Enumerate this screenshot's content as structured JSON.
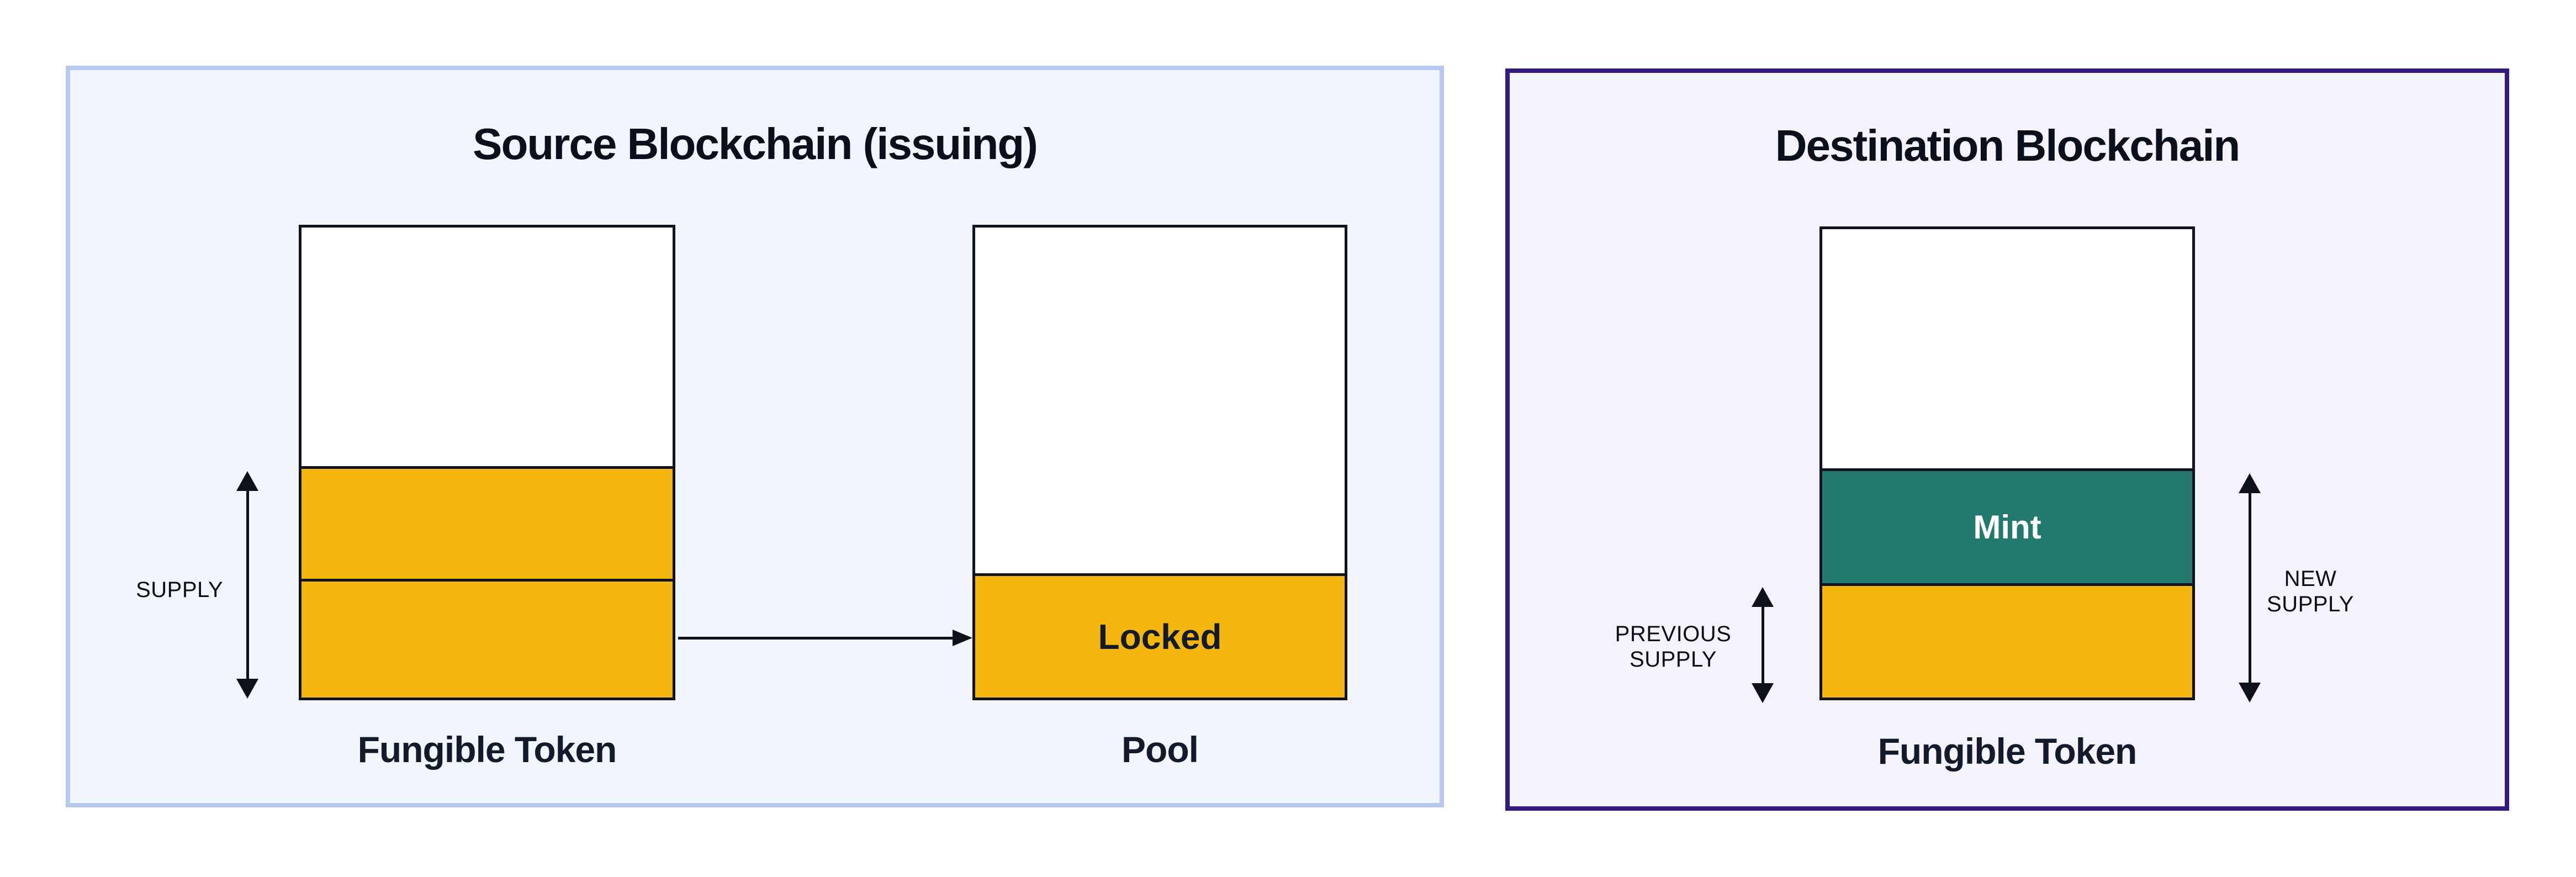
{
  "colors": {
    "panel_left_bg": "#f1f5fc",
    "panel_left_border": "#b7c9f1",
    "panel_right_bg": "#f4f2fb",
    "panel_right_border": "#331a7e",
    "box_border": "#10141f",
    "supply_yellow": "#f5b60d",
    "mint_teal": "#23796e",
    "arrow_black": "#0e1119",
    "title_text": "#0c0f1c",
    "label_text": "#0a0d16",
    "caption_text": "#131a2b",
    "mint_text": "#ffffff",
    "page_bg": "#ffffff"
  },
  "left_panel": {
    "title": "Source Blockchain (issuing)",
    "token_box_caption": "Fungible Token",
    "pool_box_caption": "Pool",
    "locked_label": "Locked",
    "supply_label": "SUPPLY"
  },
  "right_panel": {
    "title": "Destination Blockchain",
    "token_box_caption": "Fungible Token",
    "mint_label": "Mint",
    "previous_supply_lines": [
      "PREVIOUS",
      "SUPPLY"
    ],
    "new_supply_lines": [
      "NEW",
      "SUPPLY"
    ]
  }
}
